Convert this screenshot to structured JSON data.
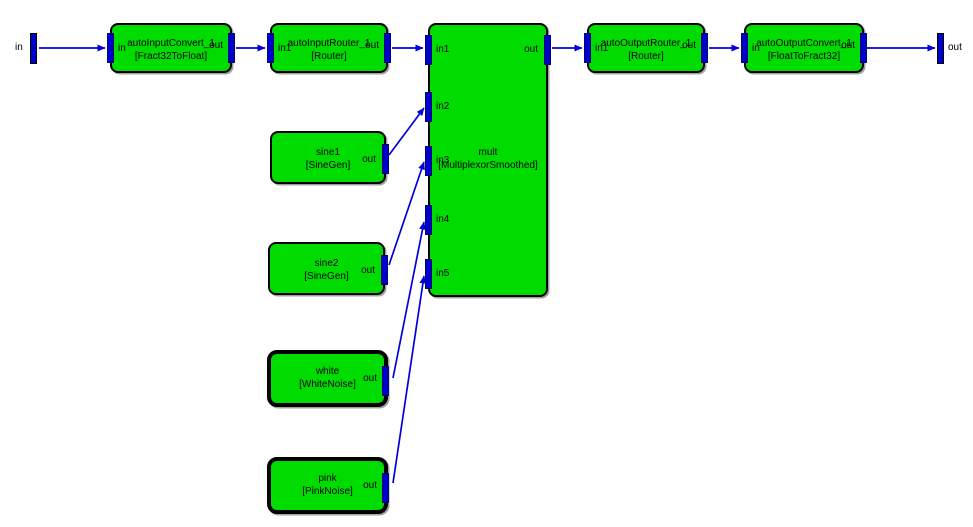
{
  "diagram": {
    "background": "#ffffff",
    "colors": {
      "block_fill": "#00db00",
      "block_border": "#000000",
      "port_bar": "#0000cc",
      "wire": "#0000dd",
      "text": "#000000"
    },
    "external": {
      "input": {
        "label": "in"
      },
      "output": {
        "label": "out"
      }
    },
    "nodes": {
      "autoInputConvert": {
        "title": "autoInputConvert_1",
        "subtitle": "[Fract32ToFloat]",
        "ports": {
          "in": "in",
          "out": "out"
        }
      },
      "autoInputRouter": {
        "title": "autoInputRouter_1",
        "subtitle": "[Router]",
        "ports": {
          "in": "in1",
          "out": "out"
        }
      },
      "mult": {
        "title": "mult",
        "subtitle": "[MultiplexorSmoothed]",
        "ports": {
          "in1": "in1",
          "in2": "in2",
          "in3": "in3",
          "in4": "in4",
          "in5": "in5",
          "out": "out"
        }
      },
      "autoOutputRouter": {
        "title": "autoOutputRouter_1",
        "subtitle": "[Router]",
        "ports": {
          "in": "in1",
          "out": "out"
        }
      },
      "autoOutputConvert": {
        "title": "autoOutputConvert_1",
        "subtitle": "[FloatToFract32]",
        "ports": {
          "in": "in",
          "out": "out"
        }
      },
      "sine1": {
        "title": "sine1",
        "subtitle": "[SineGen]",
        "ports": {
          "out": "out"
        }
      },
      "sine2": {
        "title": "sine2",
        "subtitle": "[SineGen]",
        "ports": {
          "out": "out"
        }
      },
      "white": {
        "title": "white",
        "subtitle": "[WhiteNoise]",
        "ports": {
          "out": "out"
        }
      },
      "pink": {
        "title": "pink",
        "subtitle": "[PinkNoise]",
        "ports": {
          "out": "out"
        }
      }
    },
    "connections": [
      {
        "from": "in",
        "to": "autoInputConvert_1.in"
      },
      {
        "from": "autoInputConvert_1.out",
        "to": "autoInputRouter_1.in1"
      },
      {
        "from": "autoInputRouter_1.out",
        "to": "mult.in1"
      },
      {
        "from": "mult.out",
        "to": "autoOutputRouter_1.in1"
      },
      {
        "from": "autoOutputRouter_1.out",
        "to": "autoOutputConvert_1.in"
      },
      {
        "from": "autoOutputConvert_1.out",
        "to": "out"
      },
      {
        "from": "sine1.out",
        "to": "mult.in2"
      },
      {
        "from": "sine2.out",
        "to": "mult.in3"
      },
      {
        "from": "white.out",
        "to": "mult.in4"
      },
      {
        "from": "pink.out",
        "to": "mult.in5"
      }
    ]
  }
}
